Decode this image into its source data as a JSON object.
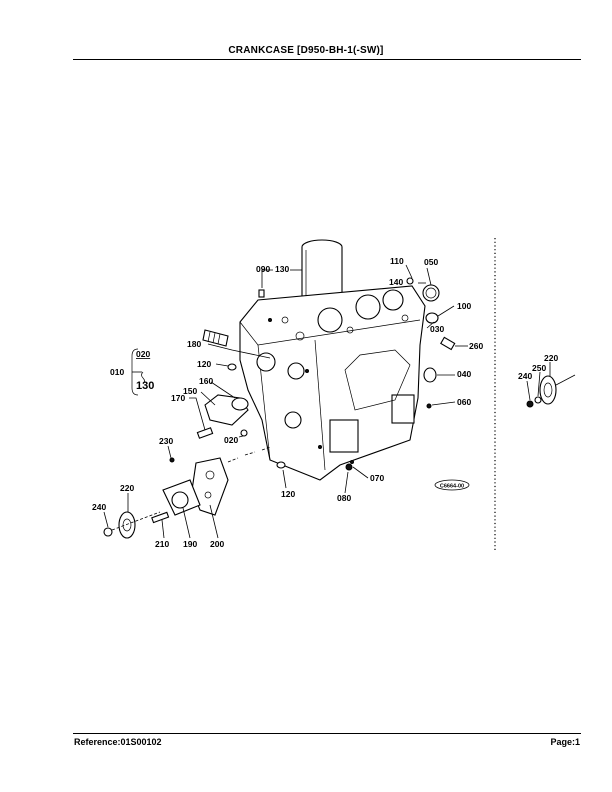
{
  "header": {
    "title": "CRANKCASE   [D950-BH-1(-SW)]"
  },
  "footer": {
    "reference": "Reference:01S00102",
    "page": "Page:1"
  },
  "diagram": {
    "code_tag": "C6664-00",
    "labels": {
      "l090": "090",
      "l130": "130",
      "l110": "110",
      "l050": "050",
      "l140": "140",
      "l100": "100",
      "l030": "030",
      "l260": "260",
      "l040": "040",
      "l060": "060",
      "l180": "180",
      "l020a": "020",
      "l010": "010",
      "l130b": "130",
      "l120a": "120",
      "l160": "160",
      "l150": "150",
      "l170": "170",
      "l020b": "020",
      "l230": "230",
      "l120b": "120",
      "l070": "070",
      "l080": "080",
      "l220a": "220",
      "l240a": "240",
      "l210": "210",
      "l190": "190",
      "l200": "200",
      "l220b": "220",
      "l250": "250",
      "l240b": "240"
    }
  }
}
